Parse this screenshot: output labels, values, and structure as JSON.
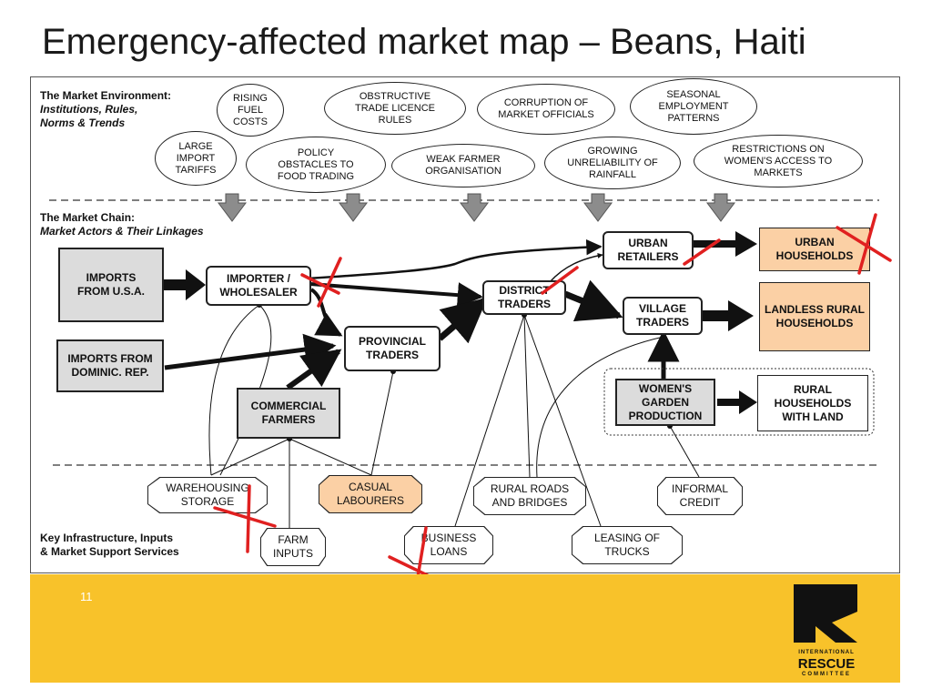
{
  "title": "Emergency-affected market map – Beans, Haiti",
  "page_number": "11",
  "logo": {
    "line1": "INTERNATIONAL",
    "line2": "RESCUE",
    "line3": "COMMITTEE"
  },
  "sections": {
    "environment": {
      "heading": "The Market Environment:",
      "sub1": "Institutions, Rules,",
      "sub2": "Norms & Trends"
    },
    "chain": {
      "heading": "The Market Chain:",
      "sub": "Market Actors & Their Linkages"
    },
    "infra": {
      "line1": "Key Infrastructure, Inputs",
      "line2": "& Market Support Services"
    }
  },
  "environment_factors": {
    "rising_fuel": "RISING FUEL COSTS",
    "trade_licence": "OBSTRUCTIVE TRADE LICENCE RULES",
    "corruption": "CORRUPTION OF MARKET OFFICIALS",
    "seasonal": "SEASONAL EMPLOYMENT PATTERNS",
    "tariffs": "LARGE IMPORT TARIFFS",
    "policy": "POLICY OBSTACLES TO FOOD TRADING",
    "weak_farmer": "WEAK FARMER ORGANISATION",
    "rainfall": "GROWING UNRELIABILITY OF RAINFALL",
    "women_access": "RESTRICTIONS ON WOMEN'S ACCESS TO MARKETS"
  },
  "actors": {
    "imports_usa": "IMPORTS FROM U.S.A.",
    "imports_dr": "IMPORTS FROM DOMINIC. REP.",
    "importer": "IMPORTER / WHOLESALER",
    "provincial": "PROVINCIAL TRADERS",
    "commercial": "COMMERCIAL FARMERS",
    "district": "DISTRICT TRADERS",
    "urban_retailers": "URBAN RETAILERS",
    "village": "VILLAGE TRADERS",
    "womens_garden": "WOMEN'S GARDEN PRODUCTION",
    "urban_households": "URBAN HOUSEHOLDS",
    "landless": "LANDLESS RURAL HOUSEHOLDS",
    "rural_land": "RURAL HOUSEHOLDS WITH LAND"
  },
  "services": {
    "warehousing": "WAREHOUSING STORAGE",
    "casual": "CASUAL LABOURERS",
    "roads": "RURAL ROADS AND BRIDGES",
    "credit": "INFORMAL CREDIT",
    "farm_inputs": "FARM INPUTS",
    "loans": "BUSINESS LOANS",
    "trucks": "LEASING OF TRUCKS"
  },
  "colors": {
    "footer": "#f8c22a",
    "peach": "#fbd0a5",
    "gray_box": "#dcdcdc",
    "disruption_mark": "#e02020",
    "impact_arrow": "#8c8c8c"
  }
}
